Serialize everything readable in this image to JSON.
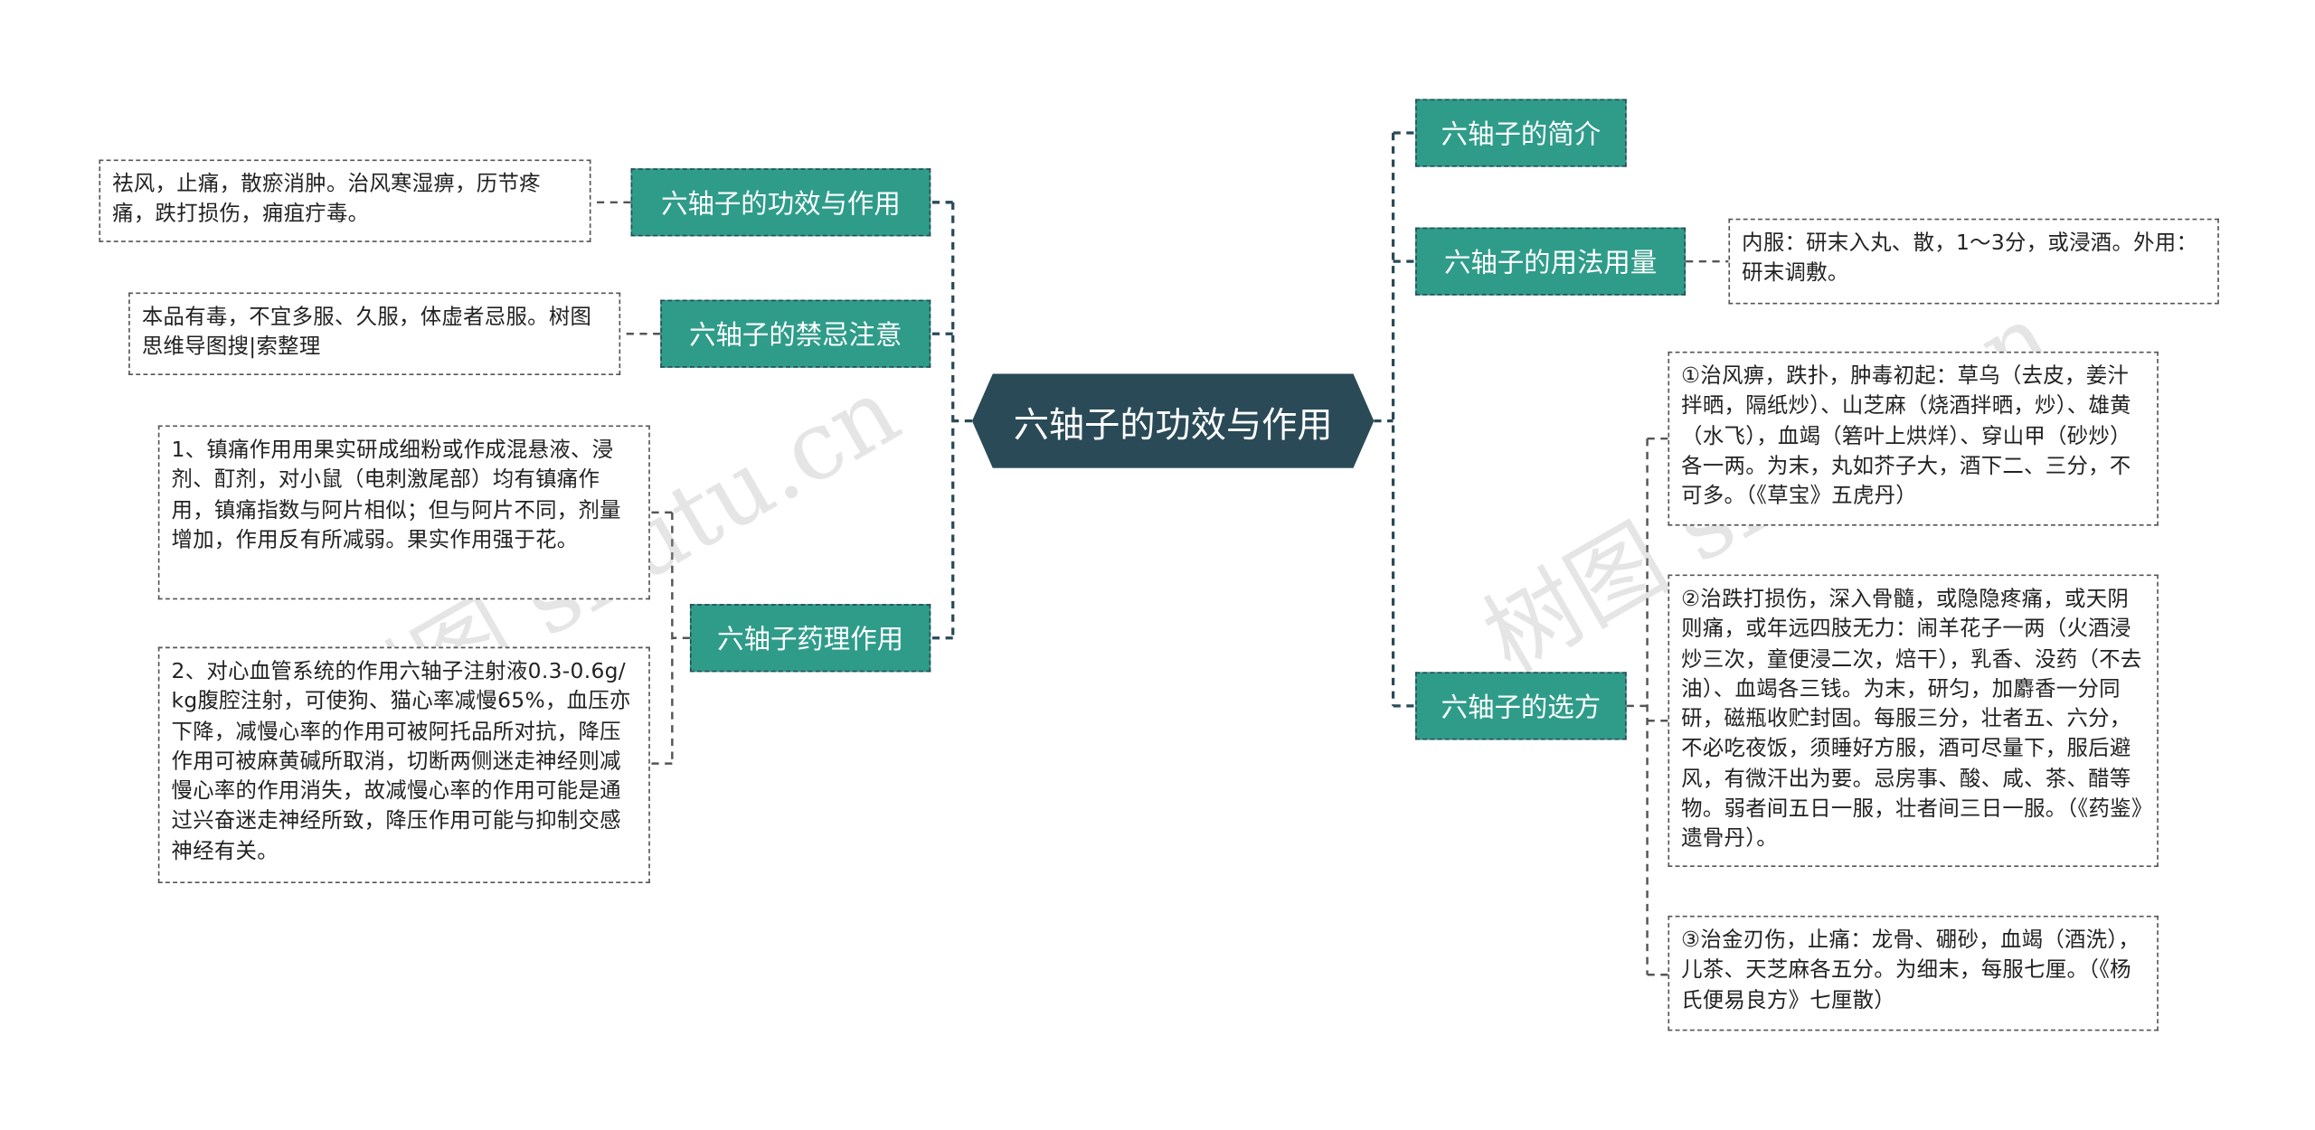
{
  "root": {
    "label": "六轴子的功效与作用"
  },
  "left": {
    "effects": {
      "label": "六轴子的功效与作用",
      "text": "祛风，止痛，散瘀消肿。治风寒湿痹，历节疼痛，跌打损伤，痈疽疔毒。"
    },
    "taboo": {
      "label": "六轴子的禁忌注意",
      "text": "本品有毒，不宜多服、久服，体虚者忌服。树图思维导图搜|索整理"
    },
    "pharma": {
      "label": "六轴子药理作用",
      "text1": "1、镇痛作用用果实研成细粉或作成混悬液、浸剂、酊剂，对小鼠（电刺激尾部）均有镇痛作用，镇痛指数与阿片相似；但与阿片不同，剂量增加，作用反有所减弱。果实作用强于花。",
      "text2": "2、对心血管系统的作用六轴子注射液0.3-0.6g/kg腹腔注射，可使狗、猫心率减慢65%，血压亦下降，减慢心率的作用可被阿托品所对抗，降压作用可被麻黄碱所取消，切断两侧迷走神经则减慢心率的作用消失，故减慢心率的作用可能是通过兴奋迷走神经所致，降压作用可能与抑制交感神经有关。"
    }
  },
  "right": {
    "intro": {
      "label": "六轴子的简介"
    },
    "usage": {
      "label": "六轴子的用法用量",
      "text": "内服：研末入丸、散，1～3分，或浸酒。外用：研末调敷。"
    },
    "recipes": {
      "label": "六轴子的选方",
      "text1": "①治风痹，跌扑，肿毒初起：草乌（去皮，姜汁拌晒，隔纸炒）、山芝麻（烧酒拌晒，炒）、雄黄（水飞），血竭（箬叶上烘烊）、穿山甲（砂炒）各一两。为末，丸如芥子大，酒下二、三分，不可多。（《草宝》五虎丹）",
      "text2": "②治跌打损伤，深入骨髓，或隐隐疼痛，或天阴则痛，或年远四肢无力：闹羊花子一两（火酒浸炒三次，童便浸二次，焙干），乳香、没药（不去油）、血竭各三钱。为末，研匀，加麝香一分同研，磁瓶收贮封固。每服三分，壮者五、六分，不必吃夜饭，须睡好方服，酒可尽量下，服后避风，有微汗出为要。忌房事、酸、咸、茶、醋等物。弱者间五日一服，壮者间三日一服。（《药鉴》遗骨丹）。",
      "text3": "③治金刃伤，止痛：龙骨、硼砂，血竭（酒洗），儿茶、天芝麻各五分。为细末，每服七厘。（《杨氏便易良方》七厘散）"
    }
  },
  "watermarks": [
    "树图 shutu.cn",
    "树图 shutu.cn"
  ],
  "colors": {
    "root": "#2a4a57",
    "branch": "#2f9c8a",
    "line": "#2a4a57"
  }
}
